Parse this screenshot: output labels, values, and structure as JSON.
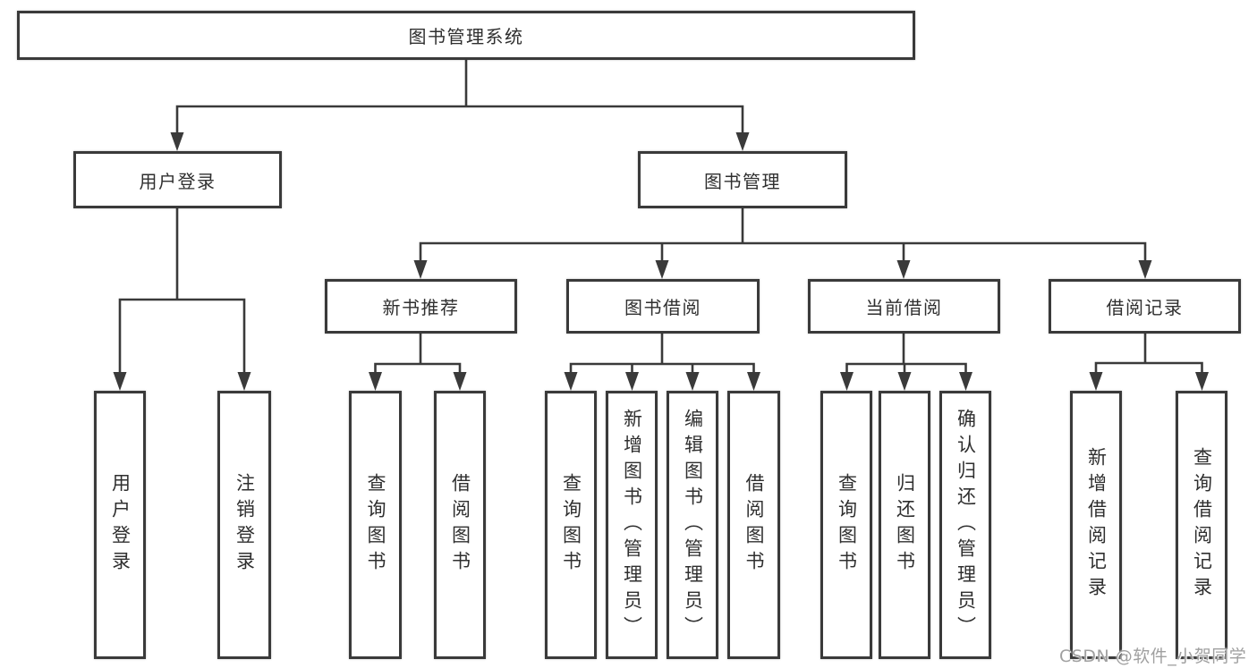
{
  "diagram": {
    "root": {
      "label": "图书管理系统"
    },
    "level2": {
      "user_login": {
        "label": "用户登录"
      },
      "book_mgmt": {
        "label": "图书管理"
      }
    },
    "level3": {
      "new_rec": {
        "label": "新书推荐"
      },
      "borrow": {
        "label": "图书借阅"
      },
      "current": {
        "label": "当前借阅"
      },
      "records": {
        "label": "借阅记录"
      }
    },
    "leaves": {
      "user_login": [
        "用户登录",
        "注销登录"
      ],
      "new_rec": [
        "查询图书",
        "借阅图书"
      ],
      "borrow": [
        "查询图书",
        "新增图书（管理员）",
        "编辑图书（管理员）",
        "借阅图书"
      ],
      "current": [
        "查询图书",
        "归还图书",
        "确认归还（管理员）"
      ],
      "records": [
        "新增借阅记录",
        "查询借阅记录"
      ]
    },
    "watermark": "CSDN @软件_小贺同学",
    "colors": {
      "line": "#3a3a3a",
      "border": "#3a3a3a",
      "text": "#2f2f2f",
      "background": "#ffffff",
      "watermark": "#a0a0a0"
    }
  }
}
